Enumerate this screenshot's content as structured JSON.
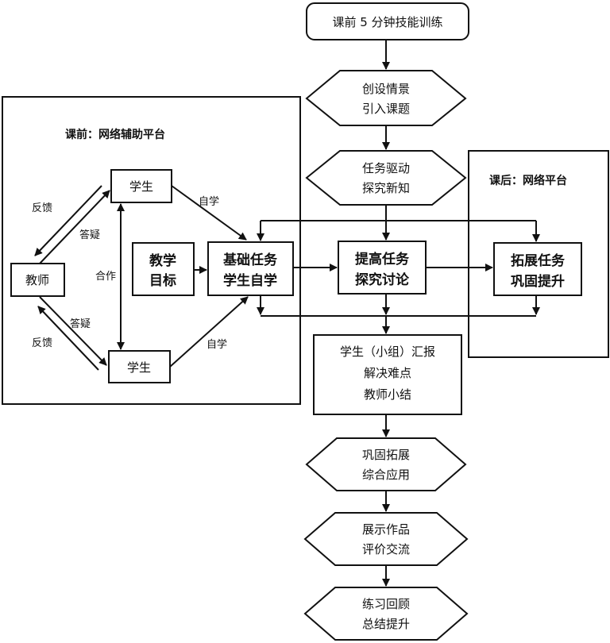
{
  "diagram": {
    "regions": {
      "pre_class": "课前：网络辅助平台",
      "post_class": "课后：网络平台"
    },
    "main_flow": {
      "warmup": "课前 5 分钟技能训练",
      "step1": [
        "创设情景",
        "引入课题"
      ],
      "step2": [
        "任务驱动",
        "探究新知"
      ],
      "report": [
        "学生（小组）汇报",
        "解决难点",
        "教师小结"
      ],
      "step4": [
        "巩固拓展",
        "综合应用"
      ],
      "step5": [
        "展示作品",
        "评价交流"
      ],
      "step6": [
        "练习回顾",
        "总结提升"
      ]
    },
    "tasks": {
      "goals": [
        "教学",
        "目标"
      ],
      "basic": [
        "基础任务",
        "学生自学"
      ],
      "advanced": [
        "提高任务",
        "探究讨论"
      ],
      "extension": [
        "拓展任务",
        "巩固提升"
      ]
    },
    "actors": {
      "teacher": "教师",
      "student_top": "学生",
      "student_bottom": "学生"
    },
    "edge_labels": {
      "feedback_top": "反馈",
      "answer_top": "答疑",
      "cooperate": "合作",
      "feedback_bottom": "反馈",
      "answer_bottom": "答疑",
      "self_study_top": "自学",
      "self_study_bottom": "自学"
    }
  }
}
